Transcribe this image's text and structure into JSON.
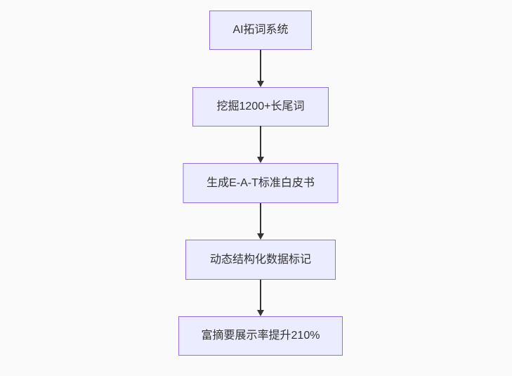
{
  "theme": {
    "background": "#fafafa",
    "node_fill": "#ececff",
    "node_border": "#9370db",
    "arrow_color": "#333333",
    "text_color": "#333333"
  },
  "flowchart": {
    "type": "flowchart-vertical",
    "nodes": [
      {
        "id": "n1",
        "label": "AI拓词系统"
      },
      {
        "id": "n2",
        "label": "挖掘1200+长尾词"
      },
      {
        "id": "n3",
        "label": "生成E-A-T标准白皮书"
      },
      {
        "id": "n4",
        "label": "动态结构化数据标记"
      },
      {
        "id": "n5",
        "label": "富摘要展示率提升210%"
      }
    ],
    "edges": [
      {
        "from": "n1",
        "to": "n2"
      },
      {
        "from": "n2",
        "to": "n3"
      },
      {
        "from": "n3",
        "to": "n4"
      },
      {
        "from": "n4",
        "to": "n5"
      }
    ]
  }
}
